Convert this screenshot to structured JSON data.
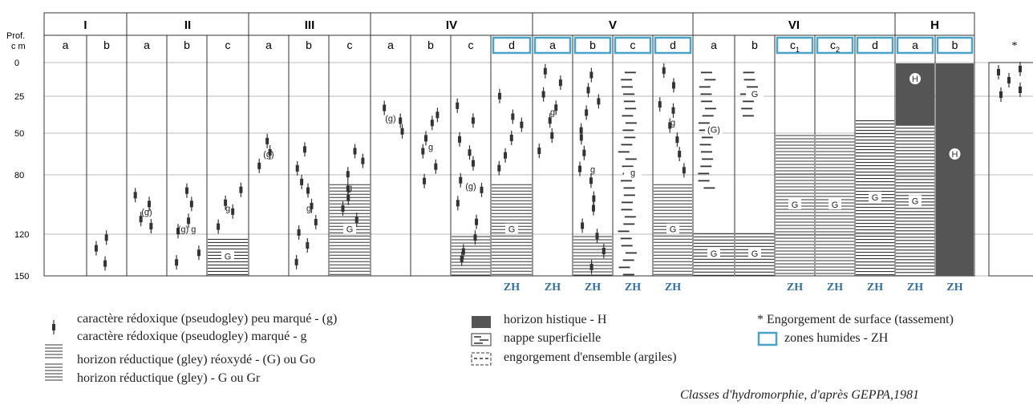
{
  "depth_axis": {
    "title_line1": "Prof.",
    "title_line2": "c m",
    "ticks": [
      "0",
      "25",
      "50",
      "80",
      "120",
      "150"
    ]
  },
  "classes": [
    {
      "label": "I",
      "profiles": [
        "a",
        "b"
      ]
    },
    {
      "label": "II",
      "profiles": [
        "a",
        "b",
        "c"
      ]
    },
    {
      "label": "III",
      "profiles": [
        "a",
        "b",
        "c"
      ]
    },
    {
      "label": "IV",
      "profiles": [
        "a",
        "b",
        "c",
        "d"
      ]
    },
    {
      "label": "V",
      "profiles": [
        "a",
        "b",
        "c",
        "d"
      ]
    },
    {
      "label": "VI",
      "profiles": [
        "a",
        "b",
        "c1",
        "c2",
        "d"
      ]
    },
    {
      "label": "H",
      "profiles": [
        "a",
        "b"
      ]
    }
  ],
  "star_column_label": "*",
  "zh_label": "ZH",
  "zh_profiles": [
    "IV-d",
    "V-a",
    "V-b",
    "V-c",
    "V-d",
    "VI-c1",
    "VI-c2",
    "VI-d",
    "H-a",
    "H-b"
  ],
  "horizons": [
    {
      "profile": "I-b",
      "type": "pseudogley",
      "from_cm": 115,
      "to_cm": 150
    },
    {
      "profile": "II-a",
      "type": "pseudogley",
      "from_cm": 85,
      "to_cm": 125,
      "label": "(g)"
    },
    {
      "profile": "II-b",
      "type": "pseudogley",
      "from_cm": 85,
      "to_cm": 150,
      "label": "(g) g"
    },
    {
      "profile": "II-c",
      "type": "pseudogley",
      "from_cm": 85,
      "to_cm": 120,
      "label": "g"
    },
    {
      "profile": "II-c",
      "type": "gley",
      "from_cm": 122,
      "to_cm": 150,
      "label": "G"
    },
    {
      "profile": "III-a",
      "type": "pseudogley",
      "from_cm": 50,
      "to_cm": 80,
      "label": "(g)"
    },
    {
      "profile": "III-b",
      "type": "pseudogley",
      "from_cm": 55,
      "to_cm": 150,
      "label": "g"
    },
    {
      "profile": "III-c",
      "type": "pseudogley",
      "from_cm": 55,
      "to_cm": 120,
      "label": "g"
    },
    {
      "profile": "III-c",
      "type": "gley",
      "from_cm": 85,
      "to_cm": 150,
      "label": "G"
    },
    {
      "profile": "IV-a",
      "type": "pseudogley",
      "from_cm": 25,
      "to_cm": 55,
      "label": "(g)"
    },
    {
      "profile": "IV-b",
      "type": "pseudogley",
      "from_cm": 30,
      "to_cm": 90,
      "label": "g"
    },
    {
      "profile": "IV-c",
      "type": "pseudogley",
      "from_cm": 25,
      "to_cm": 150,
      "label": "(g)"
    },
    {
      "profile": "IV-c",
      "type": "gley",
      "from_cm": 120,
      "to_cm": 150
    },
    {
      "profile": "IV-d",
      "type": "pseudogley",
      "from_cm": 20,
      "to_cm": 85
    },
    {
      "profile": "IV-d",
      "type": "gley",
      "from_cm": 85,
      "to_cm": 150,
      "label": "G"
    },
    {
      "profile": "V-a",
      "type": "pseudogley",
      "from_cm": 0,
      "to_cm": 70,
      "label": "g"
    },
    {
      "profile": "V-b",
      "type": "pseudogley",
      "from_cm": 0,
      "to_cm": 150,
      "label": "g"
    },
    {
      "profile": "V-b",
      "type": "gley",
      "from_cm": 120,
      "to_cm": 150
    },
    {
      "profile": "V-c",
      "type": "nappe_superficielle",
      "from_cm": 5,
      "to_cm": 150,
      "label": "g"
    },
    {
      "profile": "V-d",
      "type": "pseudogley",
      "from_cm": 0,
      "to_cm": 85,
      "label": "g"
    },
    {
      "profile": "V-d",
      "type": "gley",
      "from_cm": 85,
      "to_cm": 150,
      "label": "G"
    },
    {
      "profile": "VI-a",
      "type": "nappe_superficielle",
      "from_cm": 5,
      "to_cm": 90,
      "label": "(G)"
    },
    {
      "profile": "VI-a",
      "type": "gley",
      "from_cm": 118,
      "to_cm": 150,
      "label": "G"
    },
    {
      "profile": "VI-b",
      "type": "nappe_superficielle",
      "from_cm": 5,
      "to_cm": 40,
      "label": "G"
    },
    {
      "profile": "VI-b",
      "type": "gley",
      "from_cm": 118,
      "to_cm": 150,
      "label": "G"
    },
    {
      "profile": "VI-c1",
      "type": "gley",
      "from_cm": 50,
      "to_cm": 150,
      "label": "G"
    },
    {
      "profile": "VI-c2",
      "type": "gley",
      "from_cm": 50,
      "to_cm": 150,
      "label": "G"
    },
    {
      "profile": "VI-d",
      "type": "gley",
      "from_cm": 40,
      "to_cm": 150,
      "label": "G"
    },
    {
      "profile": "H-a",
      "type": "histique",
      "from_cm": 0,
      "to_cm": 45,
      "label": "H"
    },
    {
      "profile": "H-a",
      "type": "gley",
      "from_cm": 45,
      "to_cm": 150,
      "label": "G"
    },
    {
      "profile": "H-b",
      "type": "histique",
      "from_cm": 0,
      "to_cm": 150,
      "label": "H"
    }
  ],
  "legend": {
    "pseudogley_weak": "caractère rédoxique (pseudogley) peu marqué - (g)",
    "pseudogley_strong": "caractère rédoxique (pseudogley) marqué - g",
    "gley_reoxide": "horizon réductique (gley) réoxydé - (G) ou Go",
    "gley": "horizon réductique (gley) - G ou Gr",
    "histique": "horizon histique - H",
    "nappe": "nappe superficielle",
    "engorgement": "engorgement d'ensemble (argiles)",
    "surface_note": "* Engorgement de surface (tassement)",
    "zh": "zones humides - ZH"
  },
  "credit": "Classes d'hydromorphie, d'après GEPPA,1981",
  "colors": {
    "line": "#333333",
    "grid": "#bbbbbb",
    "zh_box": "#4aa3c8",
    "zh_text": "#2f6fa8",
    "histic": "#555555"
  }
}
